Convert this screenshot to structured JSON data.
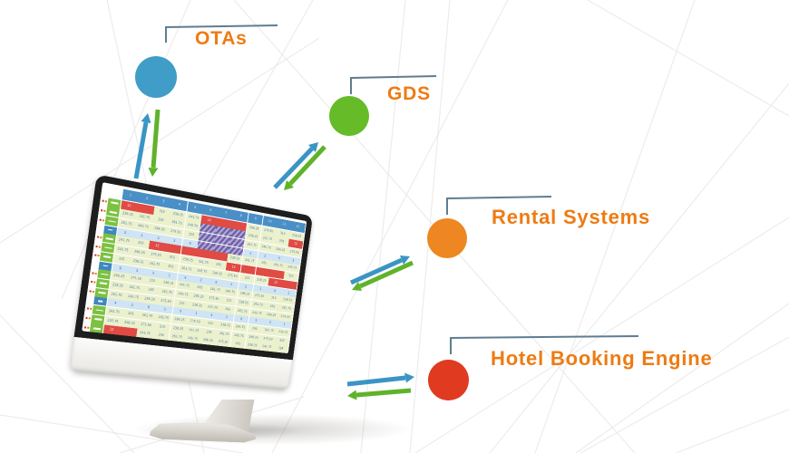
{
  "colors": {
    "accent_blue": "#3a95c4",
    "accent_green": "#5fb32a",
    "label_orange": "#ee7b12",
    "connector_gray": "#5f7d90",
    "node_blue": "#3f9dc8",
    "node_green": "#66bb28",
    "node_orange": "#ee8621",
    "node_red": "#e03a20",
    "bezel": "#1d1d1d",
    "line_gray": "#e6e6e6",
    "grid_header": "#4a8fc6",
    "grid_subheader": "#3f87c0",
    "grid_avail": "#cfe4f4",
    "grid_rate": "#ecf1cd",
    "grid_label": "#7cc142",
    "grid_booked": "#e04b44",
    "grid_blocked": "#6f61a8",
    "grid_text": "#4a7aa8"
  },
  "nodes": [
    {
      "id": "otas",
      "label": "OTAs"
    },
    {
      "id": "gds",
      "label": "GDS"
    },
    {
      "id": "rental_systems",
      "label": "Rental Systems"
    },
    {
      "id": "hotel_booking_engine",
      "label": "Hotel Booking Engine"
    }
  ],
  "monitor_screen": {
    "cols": 12,
    "rows": [
      "dates",
      "rate",
      "rate",
      "rate",
      "avail",
      "rate",
      "rate",
      "rate",
      "avail",
      "rate",
      "rate",
      "rate",
      "avail",
      "rate",
      "rate",
      "rate"
    ],
    "sample_day_numbers": [
      "1",
      "2",
      "3",
      "4",
      "5",
      "6",
      "7",
      "8",
      "9",
      "10",
      "11",
      "12"
    ],
    "sample_availability_values": [
      "4",
      "2",
      "6",
      "3",
      "5",
      "1"
    ],
    "sample_rate_values": [
      "295",
      "261.75",
      "245.75",
      "296.25",
      "275.50",
      "315",
      "238.25",
      "241.75"
    ],
    "sample_booking_label": "12",
    "bookings": [
      {
        "row": 1,
        "col": 0,
        "span": 2
      },
      {
        "row": 1,
        "col": 5,
        "span": 3
      },
      {
        "row": 2,
        "col": 11,
        "span": 1
      },
      {
        "row": 5,
        "col": 2,
        "span": 5
      },
      {
        "row": 6,
        "col": 7,
        "span": 4
      },
      {
        "row": 7,
        "col": 10,
        "span": 2
      },
      {
        "row": 15,
        "col": 0,
        "span": 2
      }
    ],
    "blocked_block": {
      "row": 2,
      "rows": 3,
      "col": 5,
      "span": 3
    }
  }
}
